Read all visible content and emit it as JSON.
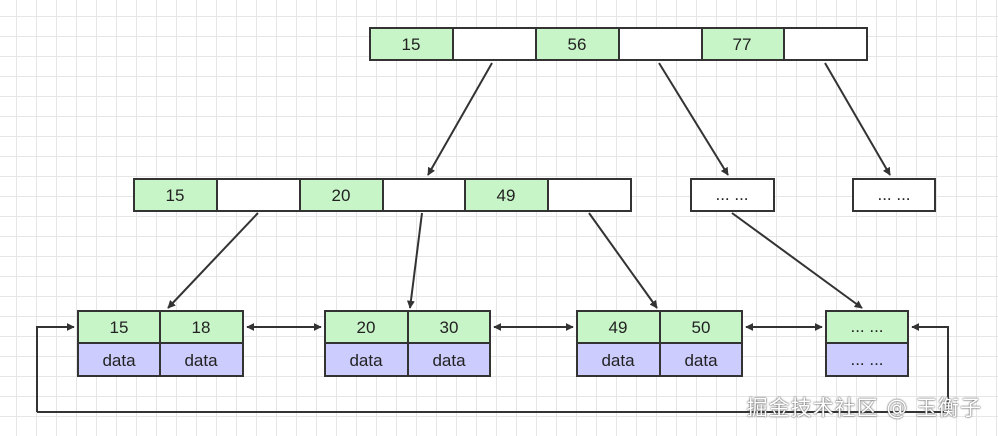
{
  "colors": {
    "key_fill": "#c8f5c8",
    "pointer_fill": "#ffffff",
    "data_fill": "#ccccff",
    "border": "#333333",
    "arrow": "#333333"
  },
  "root": {
    "keys": [
      "15",
      "56",
      "77"
    ]
  },
  "internal": {
    "keys": [
      "15",
      "20",
      "49"
    ],
    "placeholder_a": "... ...",
    "placeholder_b": "... ..."
  },
  "leaves": [
    {
      "keys": [
        "15",
        "18"
      ],
      "data": [
        "data",
        "data"
      ]
    },
    {
      "keys": [
        "20",
        "30"
      ],
      "data": [
        "data",
        "data"
      ]
    },
    {
      "keys": [
        "49",
        "50"
      ],
      "data": [
        "data",
        "data"
      ]
    }
  ],
  "leaf_placeholder": {
    "key": "... ...",
    "data": "... ..."
  },
  "watermark": "掘金技术社区 @ 玉衡子"
}
